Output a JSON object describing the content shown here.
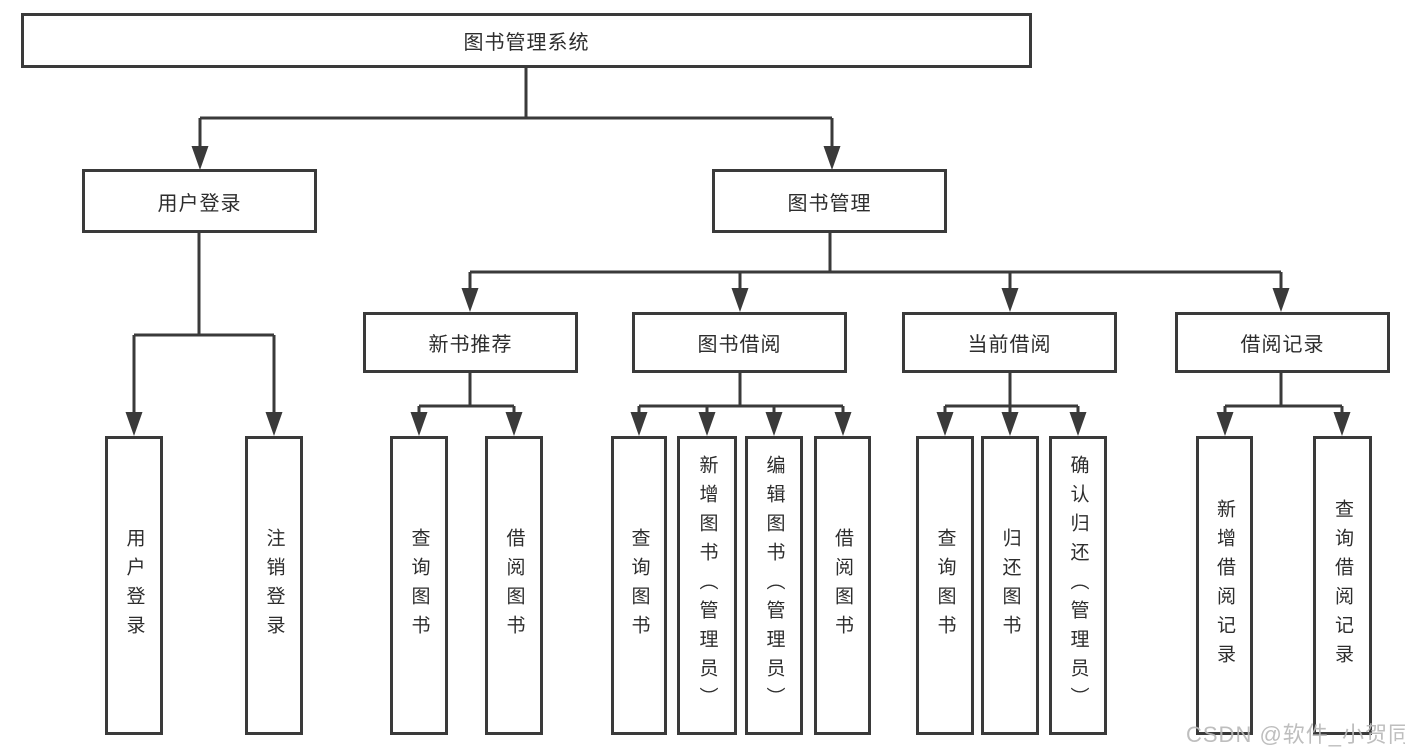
{
  "diagram": {
    "title": "图书管理系统",
    "type": "hierarchy-tree"
  },
  "colors": {
    "line": "#3a3a3a",
    "box_border": "#3a3a3a",
    "text": "#2d2d2d",
    "watermark": "#b9b9b9",
    "background": "#ffffff"
  },
  "watermark": {
    "text": "CSDN @软件_小贺同学"
  },
  "tree": {
    "root": {
      "label": "图书管理系统"
    },
    "branches": [
      {
        "label": "用户登录",
        "leaves": [
          "用户登录",
          "注销登录"
        ]
      },
      {
        "label": "图书管理",
        "children": [
          {
            "label": "新书推荐",
            "leaves": [
              "查询图书",
              "借阅图书"
            ]
          },
          {
            "label": "图书借阅",
            "leaves": [
              "查询图书",
              "新增图书（管理员）",
              "编辑图书（管理员）",
              "借阅图书"
            ]
          },
          {
            "label": "当前借阅",
            "leaves": [
              "查询图书",
              "归还图书",
              "确认归还（管理员）"
            ]
          },
          {
            "label": "借阅记录",
            "leaves": [
              "新增借阅记录",
              "查询借阅记录"
            ]
          }
        ]
      }
    ]
  }
}
